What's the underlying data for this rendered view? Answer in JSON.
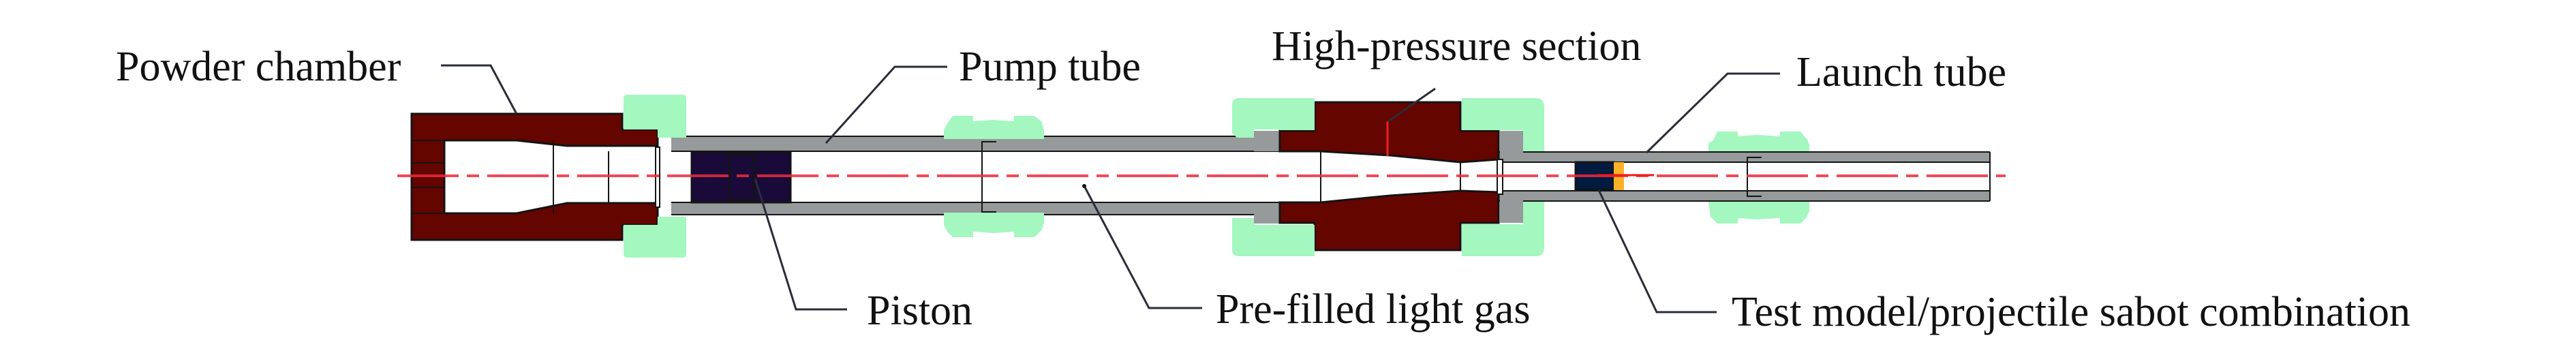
{
  "figure": {
    "title": "Two-stage light-gas gun schematic",
    "labels": {
      "powder_chamber": "Powder chamber",
      "pump_tube": "Pump tube",
      "high_pressure_section": "High-pressure section",
      "launch_tube": "Launch tube",
      "piston": "Piston",
      "pre_filled_light_gas": "Pre-filled light gas",
      "test_model": "Test model/projectile sabot combination"
    },
    "colors": {
      "chamber_red": "#640500",
      "coupling_green": "#a3f7bf",
      "tube_gray": "#969a9a",
      "piston_purple": "#1a0a3a",
      "sabot_navy": "#001a40",
      "sabot_orange": "#fbb128",
      "centerline_red": "#ee2a3c",
      "outline": "#141414",
      "leader": "#2a2d38"
    }
  }
}
